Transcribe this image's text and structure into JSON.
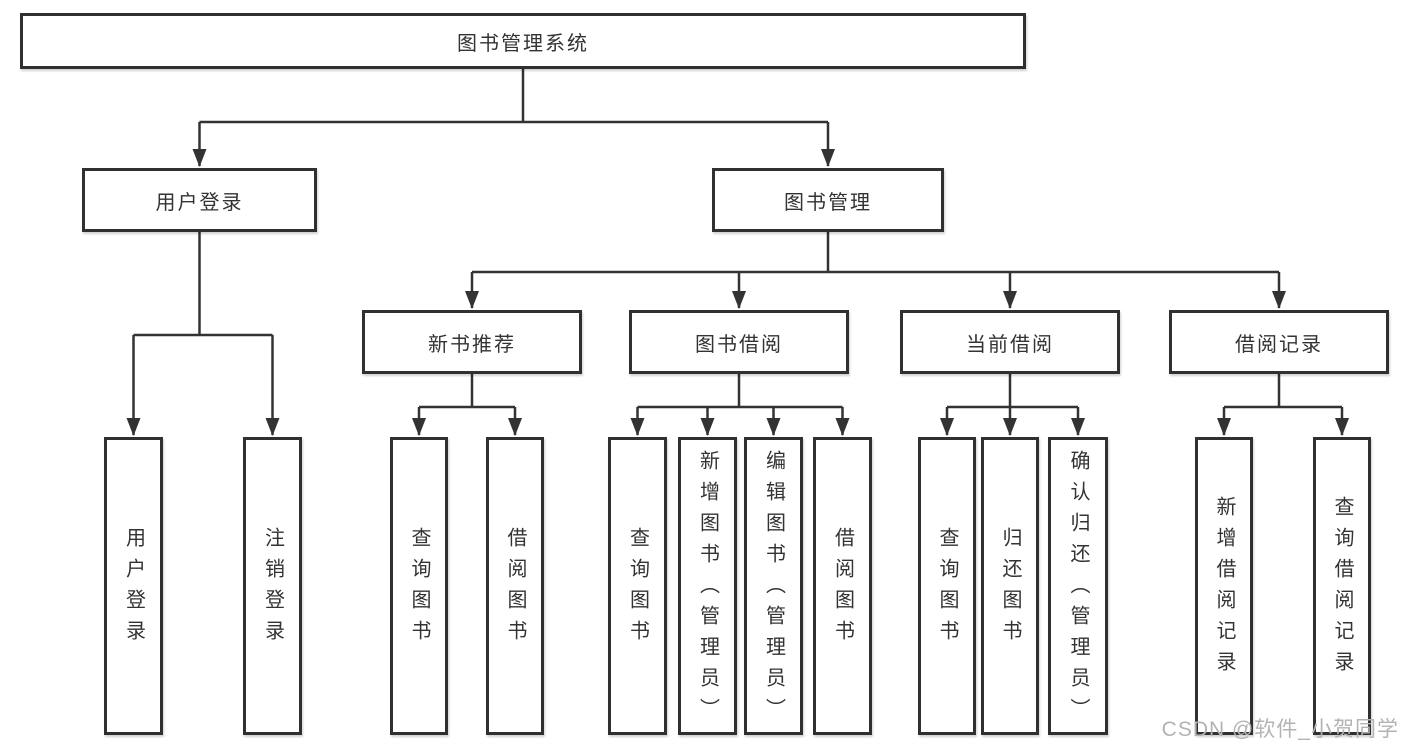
{
  "diagram": {
    "root_label": "图书管理系统",
    "level2": [
      {
        "label": "用户登录"
      },
      {
        "label": "图书管理"
      }
    ],
    "level3": [
      {
        "label": "新书推荐"
      },
      {
        "label": "图书借阅"
      },
      {
        "label": "当前借阅"
      },
      {
        "label": "借阅记录"
      }
    ],
    "leaves_user_login": [
      "用户登录",
      "注销登录"
    ],
    "leaves_new_book": [
      "查询图书",
      "借阅图书"
    ],
    "leaves_book_borrow": [
      "查询图书",
      "新增图书（管理员）",
      "编辑图书（管理员）",
      "借阅图书"
    ],
    "leaves_current_borrow": [
      "查询图书",
      "归还图书",
      "确认归还（管理员）"
    ],
    "leaves_borrow_record": [
      "新增借阅记录",
      "查询借阅记录"
    ]
  },
  "watermark": "CSDN @软件_小贺同学",
  "colors": {
    "line": "#333333",
    "box_border": "#303030",
    "text": "#333333",
    "watermark": "#b3b3b3",
    "background": "#ffffff"
  }
}
